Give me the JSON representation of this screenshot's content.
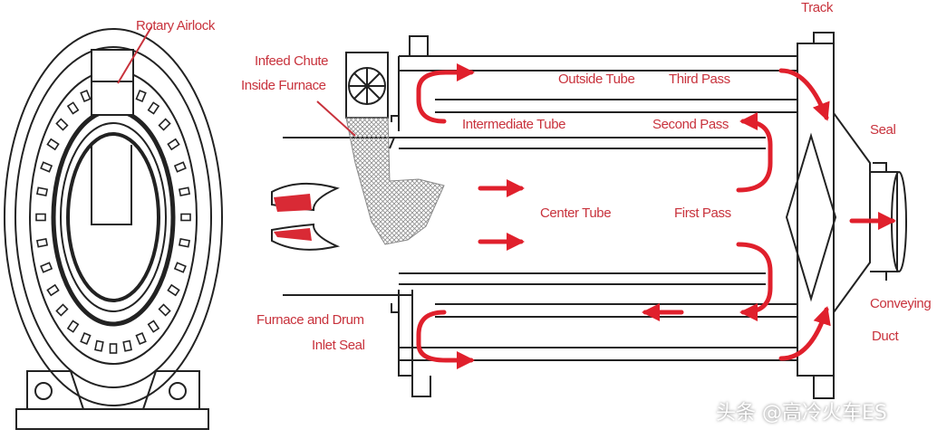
{
  "colors": {
    "line": "#222222",
    "arrow": "#e0202c",
    "label": "#c8323c",
    "mesh": "#9a9a9a"
  },
  "labels": {
    "rotary_airlock": "Rotary Airlock",
    "track": "Track",
    "infeed_line1": "Infeed Chute",
    "infeed_line2": "Inside Furnace",
    "outside_tube": "Outside Tube",
    "third_pass": "Third Pass",
    "intermediate_tube": "Intermediate Tube",
    "second_pass": "Second Pass",
    "seal": "Seal",
    "center_tube": "Center Tube",
    "first_pass": "First Pass",
    "furnace_line1": "Furnace and Drum",
    "furnace_line2": "Inlet Seal",
    "conveying_line1": "Conveying",
    "conveying_line2": "Duct"
  },
  "watermark": "头条 @高冷火车ES",
  "icons": {
    "airlock": "rotary-airlock-wheel-icon",
    "burner": "burner-flame-icon"
  }
}
